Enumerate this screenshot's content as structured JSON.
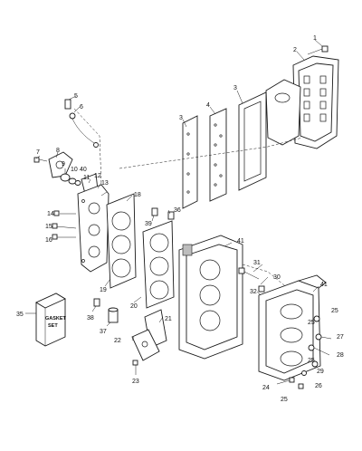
{
  "callouts": {
    "c1": "1",
    "c2": "2",
    "c3a": "3",
    "c3b": "3",
    "c4": "4",
    "c5": "5",
    "c6": "6",
    "c7": "7",
    "c8": "8",
    "c9": "9",
    "c10": "10",
    "c40": "40",
    "c11": "11",
    "c12": "12",
    "c13": "13",
    "c14": "14",
    "c15": "15",
    "c16": "16",
    "c18": "18",
    "c39": "39",
    "c36": "36",
    "c41a": "41",
    "c41b": "41",
    "c31": "31",
    "c30": "30",
    "c32": "32",
    "c19": "19",
    "c20": "20",
    "c21": "21",
    "c35": "35",
    "c38": "38",
    "c37": "37",
    "c22": "22",
    "c23": "23",
    "c25a": "25",
    "c25b": "25",
    "c25c": "25",
    "c25d": "25",
    "c27": "27",
    "c28": "28",
    "c29": "29",
    "c24": "24",
    "c26": "26"
  },
  "gasket_kit": {
    "line1": "GASKET",
    "line2": "SET"
  }
}
